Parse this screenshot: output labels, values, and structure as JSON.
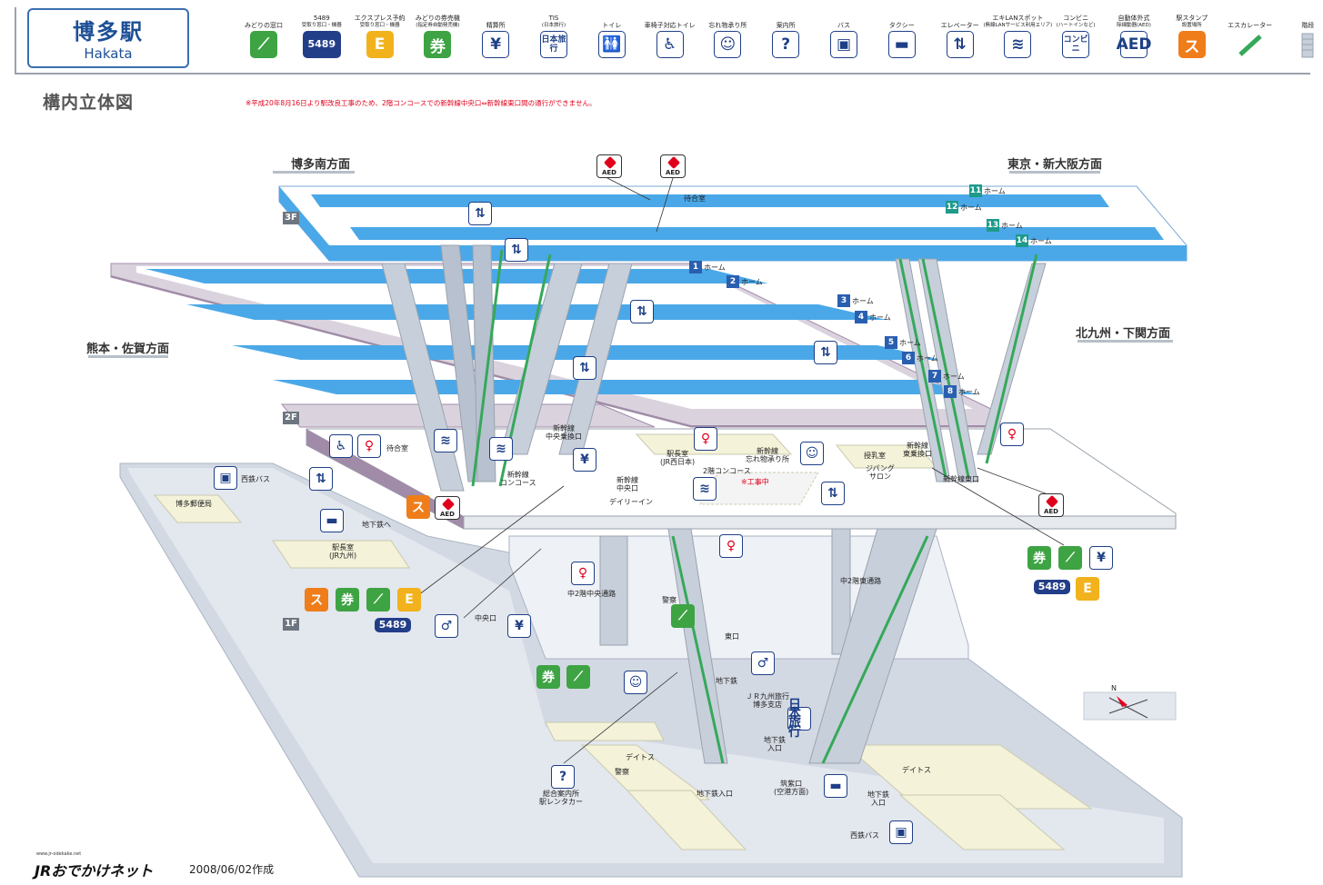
{
  "station": {
    "name_jp": "博多駅",
    "name_en": "Hakata"
  },
  "legend": [
    {
      "label": "みどりの窓口",
      "sub": "",
      "icon": "midori-window-icon",
      "style": "green",
      "glyph": "⟋"
    },
    {
      "label": "5489",
      "sub": "受取り窓口・機器",
      "icon": "5489-pickup-icon",
      "style": "navy",
      "glyph": "5489"
    },
    {
      "label": "エクスプレス予約",
      "sub": "受取り窓口・機器",
      "icon": "express-reservation-icon",
      "style": "yellow",
      "glyph": "E"
    },
    {
      "label": "みどりの券売機",
      "sub": "(指定券自動発売機)",
      "icon": "ticket-machine-icon",
      "style": "green",
      "glyph": "券"
    },
    {
      "label": "精算所",
      "sub": "",
      "icon": "fare-adjustment-icon",
      "style": "white",
      "glyph": "¥"
    },
    {
      "label": "TIS",
      "sub": "(日本旅行)",
      "icon": "tis-icon",
      "style": "white",
      "glyph": "日本旅行"
    },
    {
      "label": "トイレ",
      "sub": "",
      "icon": "toilet-icon",
      "style": "white",
      "glyph": "🚻"
    },
    {
      "label": "車椅子対応トイレ",
      "sub": "",
      "icon": "wheelchair-toilet-icon",
      "style": "white",
      "glyph": "♿"
    },
    {
      "label": "忘れ物承り所",
      "sub": "",
      "icon": "lost-and-found-icon",
      "style": "white",
      "glyph": "☺"
    },
    {
      "label": "案内所",
      "sub": "",
      "icon": "information-icon",
      "style": "white",
      "glyph": "?"
    },
    {
      "label": "バス",
      "sub": "",
      "icon": "bus-icon",
      "style": "white",
      "glyph": "▣"
    },
    {
      "label": "タクシー",
      "sub": "",
      "icon": "taxi-icon",
      "style": "white",
      "glyph": "▬"
    },
    {
      "label": "エレベーター",
      "sub": "",
      "icon": "elevator-icon",
      "style": "white",
      "glyph": "⇅"
    },
    {
      "label": "エキLANスポット",
      "sub": "(無線LANサービス利用エリア)",
      "icon": "wifi-spot-icon",
      "style": "white",
      "glyph": "≋"
    },
    {
      "label": "コンビニ",
      "sub": "(ハートインなど)",
      "icon": "convenience-store-icon",
      "style": "white",
      "glyph": "コンビニ"
    },
    {
      "label": "自動体外式",
      "sub": "除細動器(AED)",
      "icon": "aed-icon",
      "style": "white",
      "glyph": "AED"
    },
    {
      "label": "駅スタンプ",
      "sub": "設置場所",
      "icon": "station-stamp-icon",
      "style": "orange",
      "glyph": "ス"
    },
    {
      "label": "エスカレーター",
      "sub": "",
      "icon": "escalator-icon",
      "style": "none",
      "glyph": ""
    },
    {
      "label": "階段",
      "sub": "",
      "icon": "stairs-icon",
      "style": "none",
      "glyph": ""
    }
  ],
  "subtitle": "構内立体図",
  "notice": "※平成20年8月16日より駅改良工事のため、2階コンコースでの新幹線中央口⇔新幹線東口間の通行ができません。",
  "directions": {
    "south": "博多南方面",
    "tokyo": "東京・新大阪方面",
    "kumamoto": "熊本・佐賀方面",
    "kitakyushu": "北九州・下関方面"
  },
  "floors": {
    "f3": "3F",
    "f2": "2F",
    "f1": "1F"
  },
  "platforms_3f": [
    {
      "num": "11",
      "label": "ホーム"
    },
    {
      "num": "12",
      "label": "ホーム"
    },
    {
      "num": "13",
      "label": "ホーム"
    },
    {
      "num": "14",
      "label": "ホーム"
    }
  ],
  "platforms_2f": [
    {
      "num": "1",
      "label": "ホーム"
    },
    {
      "num": "2",
      "label": "ホーム"
    },
    {
      "num": "3",
      "label": "ホーム"
    },
    {
      "num": "4",
      "label": "ホーム"
    },
    {
      "num": "5",
      "label": "ホーム"
    },
    {
      "num": "6",
      "label": "ホーム"
    },
    {
      "num": "7",
      "label": "ホーム"
    },
    {
      "num": "8",
      "label": "ホーム"
    }
  ],
  "labels": {
    "waiting_3f": "待合室",
    "waiting_2f": "待合室",
    "shinkansen_central_gate": "新幹線\n中央乗換口",
    "shinkansen_concourse": "新幹線\nコンコース",
    "stationmaster_west": "駅長室\n(JR西日本)",
    "shinkansen_lost": "新幹線\n忘れ物承り所",
    "shinkansen_central": "新幹線\n中央口",
    "concourse_2f": "2階コンコース",
    "under_construction": "※工事中",
    "daily_in": "デイリーイン",
    "nursing_room": "授乳室",
    "jipang_salon": "ジパング\nサロン",
    "shinkansen_east_transfer": "新幹線\n東乗換口",
    "shinkansen_east": "新幹線東口",
    "nishitetsu_bus_1f_top": "西鉄バス",
    "hakata_post": "博多郵便局",
    "to_subway": "地下鉄へ",
    "stationmaster_kyushu": "駅長室\n(JR九州)",
    "central_passage": "中2階中央通路",
    "east_passage": "中2階東通路",
    "police_1": "警察",
    "central_exit": "中央口",
    "east_exit": "東口",
    "subway_1": "地下鉄",
    "jr_kyushu_travel": "ＪＲ九州旅行\n博多支店",
    "subway_entrance_1": "地下鉄\n入口",
    "daitos_1": "デイトス",
    "police_2": "警察",
    "info_center": "総合案内所\n駅レンタカー",
    "subway_entrance_2": "地下鉄入口",
    "chikushi_exit": "筑紫口\n(空港方面)",
    "subway_entrance_3": "地下鉄\n入口",
    "daitos_2": "デイトス",
    "nishitetsu_bus_bottom": "西鉄バス",
    "north": "N"
  },
  "badges": {
    "b5489_a": "5489",
    "b5489_b": "5489"
  },
  "footer": {
    "url": "www.jr-odekake.net",
    "logo": "JRおでかけネット",
    "date": "2008/06/02作成"
  },
  "colors": {
    "platform_blue": "#4aa8e8",
    "deck_3f": "#ffffff",
    "deck_2f_edge": "#a08ca8",
    "deck_1f": "#d3d9e3",
    "escalator_green": "#36a85a",
    "shinkansen_tag": "#1e9a8a",
    "conventional_tag": "#2a5fb0"
  }
}
